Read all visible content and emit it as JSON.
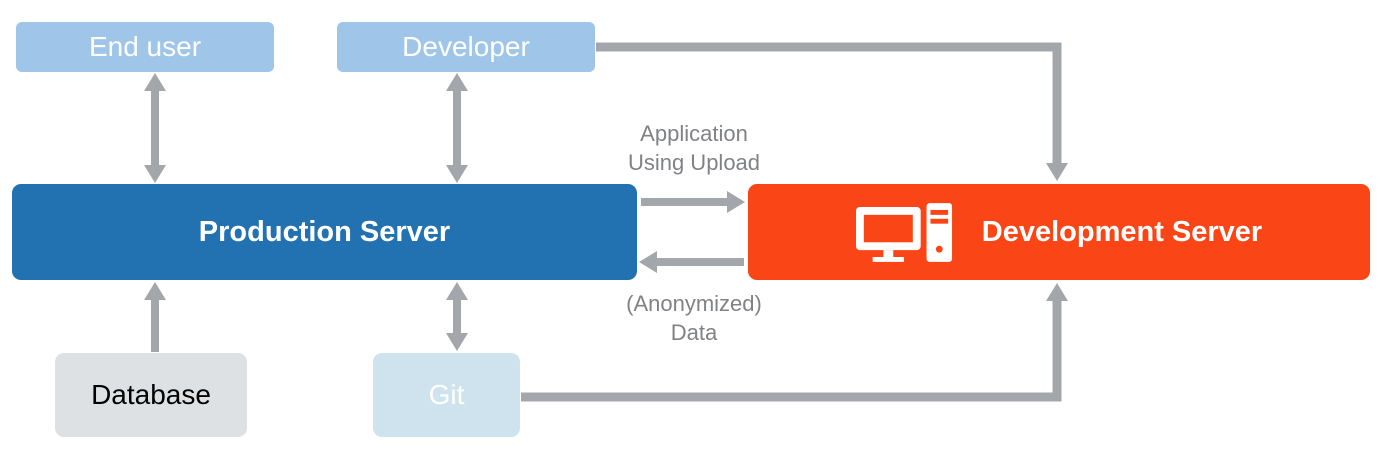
{
  "diagram": {
    "nodes": {
      "end_user": {
        "label": "End user"
      },
      "developer": {
        "label": "Developer"
      },
      "production_server": {
        "label": "Production Server"
      },
      "development_server": {
        "label": "Development Server",
        "icon": "desktop-computer-icon"
      },
      "database": {
        "label": "Database"
      },
      "git": {
        "label": "Git"
      }
    },
    "edge_labels": {
      "upload": {
        "line1": "Application",
        "line2": "Using Upload"
      },
      "data": {
        "line1": "(Anonymized)",
        "line2": "Data"
      }
    },
    "edges": [
      "End user <-> Production Server",
      "Developer <-> Production Server",
      "Developer -> Development Server",
      "Production Server -> Development Server (Application Using Upload)",
      "Development Server -> Production Server ((Anonymized) Data)",
      "Database -> Production Server",
      "Git <-> Production Server",
      "Git -> Development Server"
    ],
    "colors": {
      "actor_box": "#9fc5e8",
      "production_box": "#2272b2",
      "development_box": "#fa4616",
      "database_box": "#dde1e4",
      "git_box": "#cfe3ee",
      "arrow": "#a3a7ab",
      "flow_label_text": "#808285",
      "box_text_light": "#ffffff",
      "box_text_dark": "#000000"
    }
  }
}
